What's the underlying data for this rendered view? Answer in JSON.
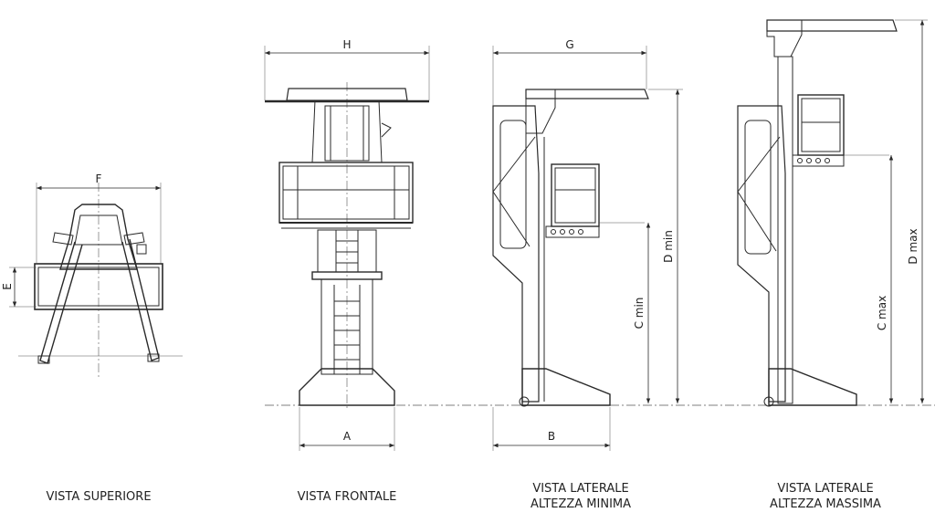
{
  "views": [
    {
      "id": "top",
      "caption_lines": [
        "VISTA SUPERIORE"
      ]
    },
    {
      "id": "front",
      "caption_lines": [
        "VISTA FRONTALE"
      ]
    },
    {
      "id": "side_min",
      "caption_lines": [
        "VISTA LATERALE",
        "ALTEZZA MINIMA"
      ]
    },
    {
      "id": "side_max",
      "caption_lines": [
        "VISTA LATERALE",
        "ALTEZZA MASSIMA"
      ]
    }
  ],
  "dimensions": {
    "F": "F",
    "E": "E",
    "H": "H",
    "A": "A",
    "G": "G",
    "B": "B",
    "C_min": "C min",
    "D_min": "D min",
    "C_max": "C max",
    "D_max": "D max"
  },
  "colors": {
    "line": "#2a2a2a",
    "thin": "#555555",
    "background": "#ffffff"
  }
}
